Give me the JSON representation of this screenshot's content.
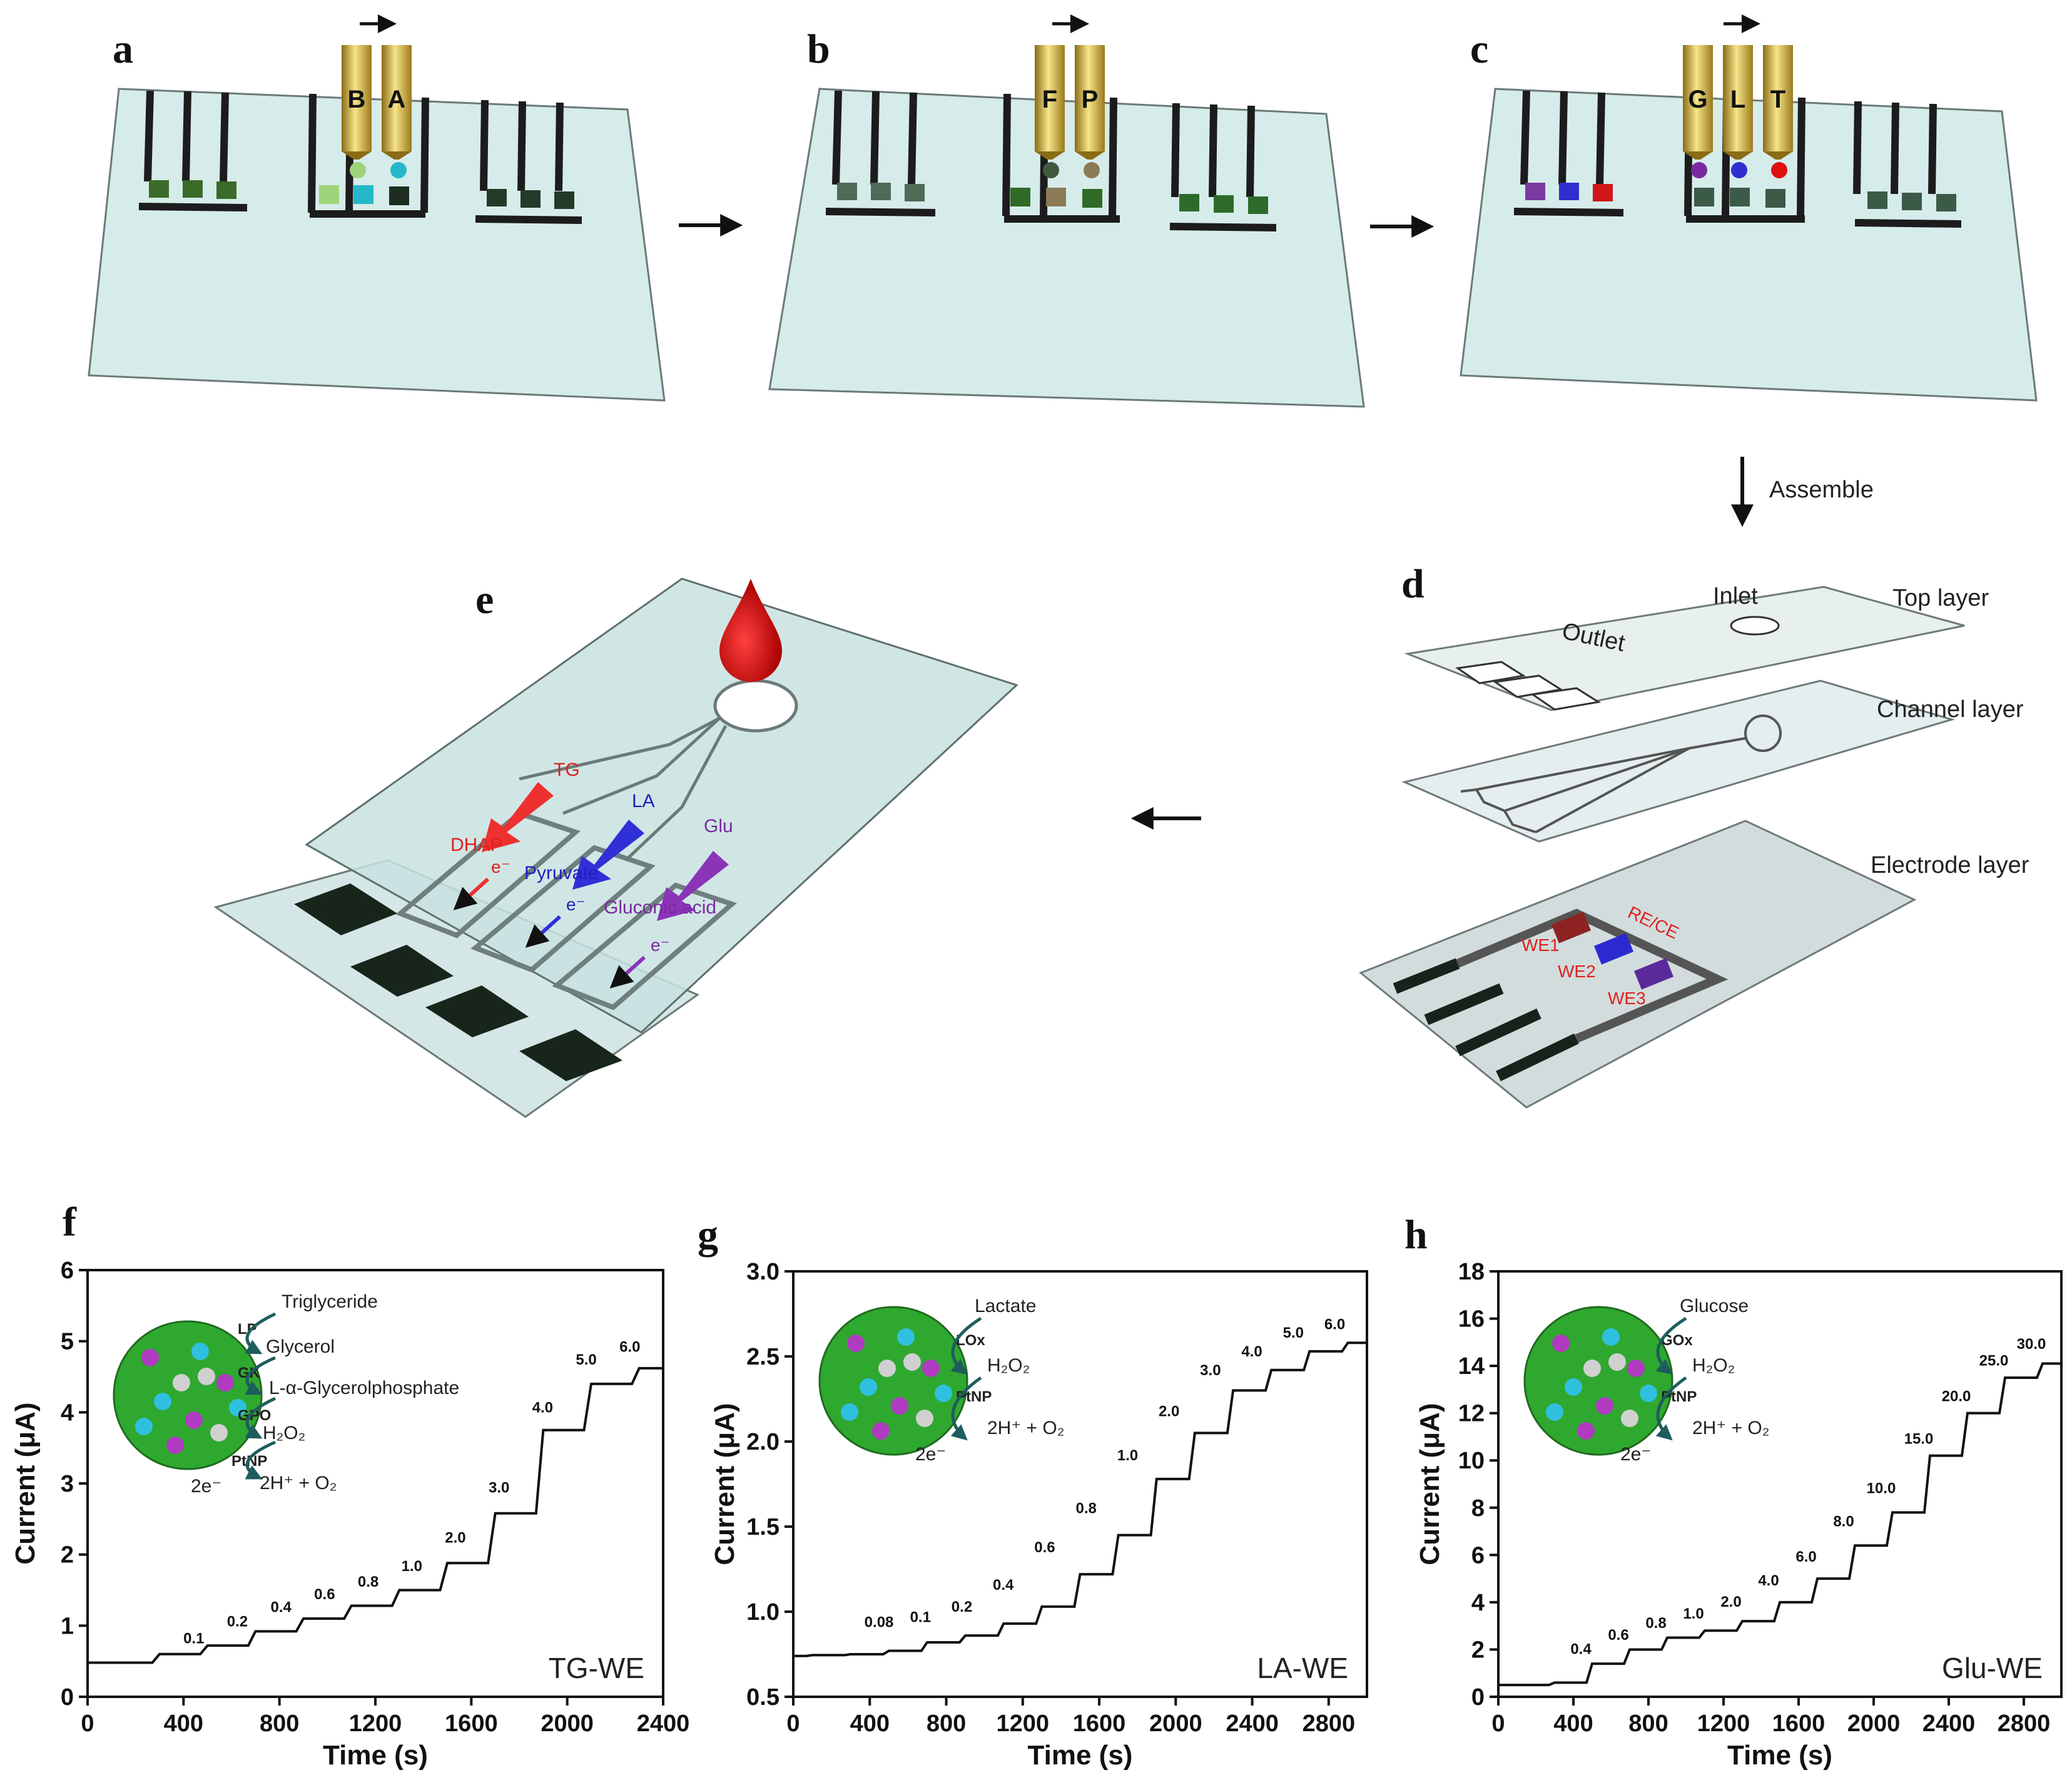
{
  "panels": {
    "a": {
      "letter": "a",
      "caps": [
        "B",
        "A"
      ]
    },
    "b": {
      "letter": "b",
      "caps": [
        "F",
        "P"
      ]
    },
    "c": {
      "letter": "c",
      "caps": [
        "G",
        "L",
        "T"
      ]
    },
    "d": {
      "letter": "d",
      "layers": [
        "Top layer",
        "Channel layer",
        "Electrode layer"
      ],
      "inlet": "Inlet",
      "outlet": "Outlet",
      "electrodes": [
        "WE1",
        "WE2",
        "WE3",
        "RE/CE"
      ]
    },
    "e": {
      "letter": "e",
      "analytes": [
        "TG",
        "LA",
        "Glu"
      ],
      "products": [
        "DHAP",
        "Pyruvate",
        "Gluconic acid"
      ],
      "electron": "e⁻"
    },
    "f": {
      "letter": "f"
    },
    "g": {
      "letter": "g"
    },
    "h": {
      "letter": "h"
    }
  },
  "assemble_label": "Assemble",
  "colors": {
    "red": "#e02020",
    "blue": "#2a2ad0",
    "purple": "#7a2aa0",
    "glass": "#d4ebea",
    "electrode": "#1b2a1f"
  },
  "chart_data": [
    {
      "type": "line",
      "panel": "f",
      "tag": "TG-WE",
      "xlabel": "Time (s)",
      "ylabel": "Current (μA)",
      "xlim": [
        0,
        2400
      ],
      "ylim": [
        0,
        6
      ],
      "xticks": [
        0,
        400,
        800,
        1200,
        1600,
        2000,
        2400
      ],
      "yticks": [
        0,
        1,
        2,
        3,
        4,
        5,
        6
      ],
      "x": [
        0,
        200,
        400,
        600,
        800,
        1000,
        1200,
        1400,
        1600,
        1800,
        2000,
        2200,
        2400
      ],
      "y": [
        0.48,
        0.48,
        0.6,
        0.72,
        0.92,
        1.1,
        1.28,
        1.5,
        1.88,
        2.58,
        3.75,
        4.4,
        4.62
      ],
      "step_labels": [
        "0.1",
        "0.2",
        "0.4",
        "0.6",
        "0.8",
        "1.0",
        "2.0",
        "3.0",
        "4.0",
        "5.0",
        "6.0"
      ],
      "step_label_y": [
        0.68,
        0.92,
        1.12,
        1.3,
        1.48,
        1.7,
        2.1,
        2.8,
        3.93,
        4.6,
        4.78
      ],
      "scheme": [
        "Triglyceride",
        "LP",
        "Glycerol",
        "GK",
        "L-α-Glycerolphosphate",
        "GPO",
        "H₂O₂",
        "PtNP",
        "2e⁻",
        "2H⁺ + O₂"
      ]
    },
    {
      "type": "line",
      "panel": "g",
      "tag": "LA-WE",
      "xlabel": "Time (s)",
      "ylabel": "Current (μA)",
      "xlim": [
        0,
        3000
      ],
      "ylim": [
        0.5,
        3.0
      ],
      "xticks": [
        0,
        400,
        800,
        1200,
        1600,
        2000,
        2400,
        2800
      ],
      "yticks": [
        0.5,
        1.0,
        1.5,
        2.0,
        2.5,
        3.0
      ],
      "x": [
        0,
        200,
        400,
        600,
        800,
        1000,
        1200,
        1400,
        1600,
        1800,
        2000,
        2200,
        2400,
        2600,
        2800,
        3000
      ],
      "y": [
        0.74,
        0.745,
        0.75,
        0.77,
        0.82,
        0.86,
        0.93,
        1.03,
        1.22,
        1.45,
        1.78,
        2.05,
        2.3,
        2.42,
        2.53,
        2.58
      ],
      "step_labels": [
        "0.08",
        "0.1",
        "0.2",
        "0.4",
        "0.6",
        "0.8",
        "1.0",
        "2.0",
        "3.0",
        "4.0",
        "5.0",
        "6.0"
      ],
      "step_label_y": [
        0.88,
        0.91,
        0.97,
        1.1,
        1.32,
        1.55,
        1.86,
        2.12,
        2.36,
        2.47,
        2.58,
        2.63
      ],
      "scheme": [
        "Lactate",
        "LOx",
        "H₂O₂",
        "PtNP",
        "2e⁻",
        "2H⁺ + O₂"
      ]
    },
    {
      "type": "line",
      "panel": "h",
      "tag": "Glu-WE",
      "xlabel": "Time (s)",
      "ylabel": "Current (μA)",
      "xlim": [
        0,
        3000
      ],
      "ylim": [
        0,
        18
      ],
      "xticks": [
        0,
        400,
        800,
        1200,
        1600,
        2000,
        2400,
        2800
      ],
      "yticks": [
        0,
        2,
        4,
        6,
        8,
        10,
        12,
        14,
        16,
        18
      ],
      "x": [
        0,
        200,
        400,
        600,
        800,
        1000,
        1200,
        1400,
        1600,
        1800,
        2000,
        2200,
        2400,
        2600,
        2800,
        3000
      ],
      "y": [
        0.5,
        0.5,
        0.6,
        1.4,
        2.0,
        2.5,
        2.8,
        3.2,
        4.0,
        5.0,
        6.4,
        7.8,
        10.2,
        12.0,
        13.5,
        14.1
      ],
      "step_labels": [
        "0.4",
        "0.6",
        "0.8",
        "1.0",
        "2.0",
        "4.0",
        "6.0",
        "8.0",
        "10.0",
        "15.0",
        "20.0",
        "25.0",
        "30.0"
      ],
      "step_label_y": [
        1.6,
        2.2,
        2.7,
        3.1,
        3.6,
        4.5,
        5.5,
        7.0,
        8.4,
        10.5,
        12.3,
        13.8,
        14.5
      ],
      "scheme": [
        "Glucose",
        "GOx",
        "H₂O₂",
        "PtNP",
        "2e⁻",
        "2H⁺ + O₂"
      ]
    }
  ]
}
